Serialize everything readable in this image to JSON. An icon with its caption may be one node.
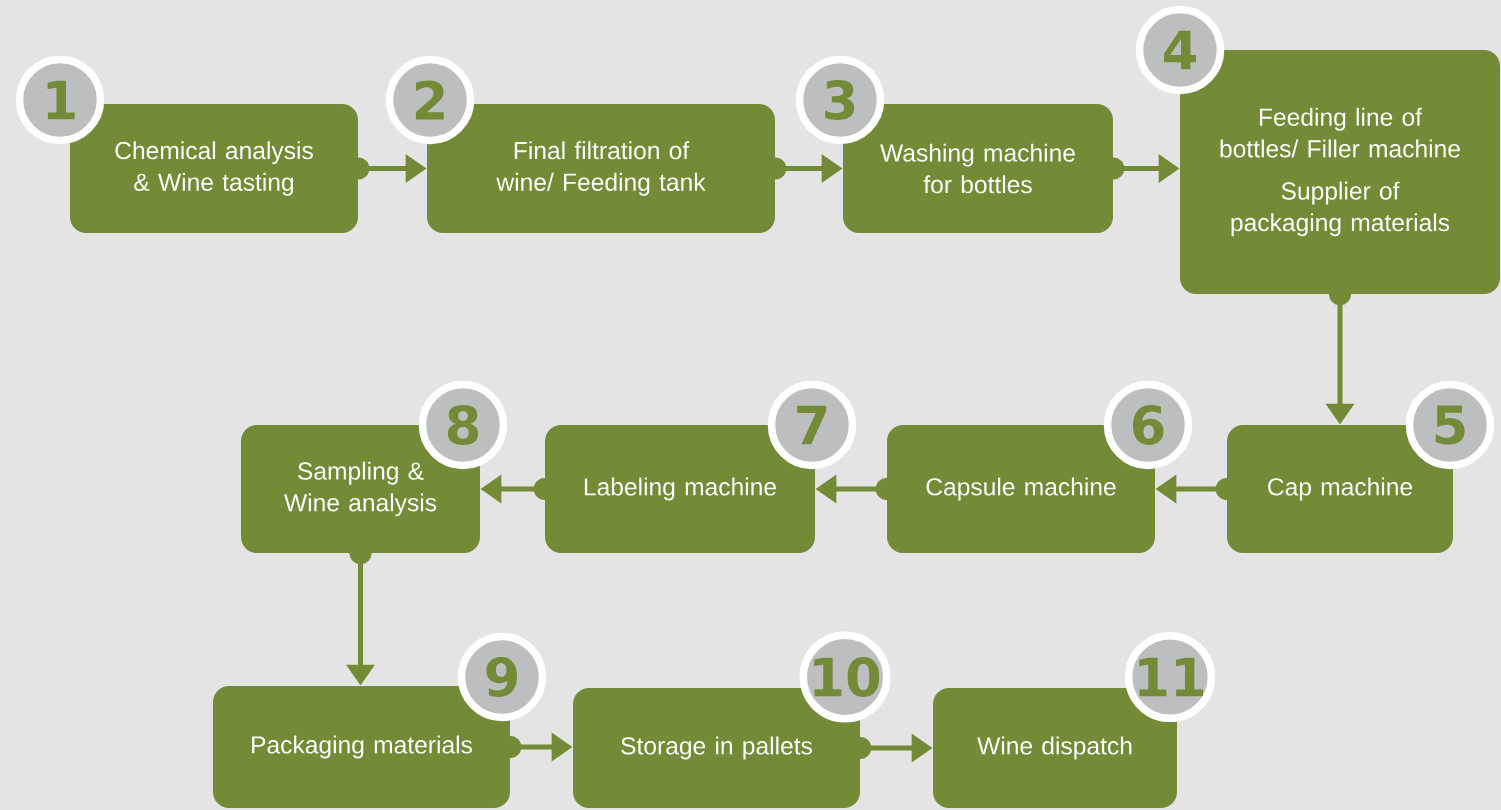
{
  "diagram": {
    "nodes": [
      {
        "text": [
          "1",
          "Chemical analysis & Wine tasting"
        ]
      },
      {
        "text": [
          "2",
          "Final filtration of wine/ Feeding tank"
        ]
      },
      {
        "text": [
          "3",
          "Washing machine for bottles"
        ]
      },
      {
        "text": [
          "4",
          "Feeding line of bottles/ Filler machine",
          "Supplier of packaging materials"
        ]
      },
      {
        "text": [
          "5",
          "Cap machine"
        ]
      },
      {
        "text": [
          "6",
          "Capsule machine"
        ]
      },
      {
        "text": [
          "7",
          "Labeling machine"
        ]
      },
      {
        "text": [
          "8",
          "Sampling & Wine analysis"
        ]
      },
      {
        "text": [
          "9",
          "Packaging materials"
        ]
      },
      {
        "text": [
          "10",
          "Storage in pallets"
        ]
      },
      {
        "text": [
          "11",
          "Wine dispatch"
        ]
      }
    ],
    "edges": [
      {
        "from": 0,
        "to": 1,
        "arrow": "to"
      },
      {
        "from": 1,
        "to": 2,
        "arrow": "to"
      },
      {
        "from": 2,
        "to": 3,
        "arrow": "to"
      },
      {
        "from": 3,
        "to": 4,
        "arrow": "to"
      },
      {
        "from": 4,
        "to": 5,
        "arrow": "to"
      },
      {
        "from": 5,
        "to": 6,
        "arrow": "to"
      },
      {
        "from": 6,
        "to": 7,
        "arrow": "to"
      },
      {
        "from": 7,
        "to": 8,
        "arrow": "to"
      },
      {
        "from": 8,
        "to": 9,
        "arrow": "to"
      },
      {
        "from": 9,
        "to": 10,
        "arrow": "to"
      }
    ]
  }
}
